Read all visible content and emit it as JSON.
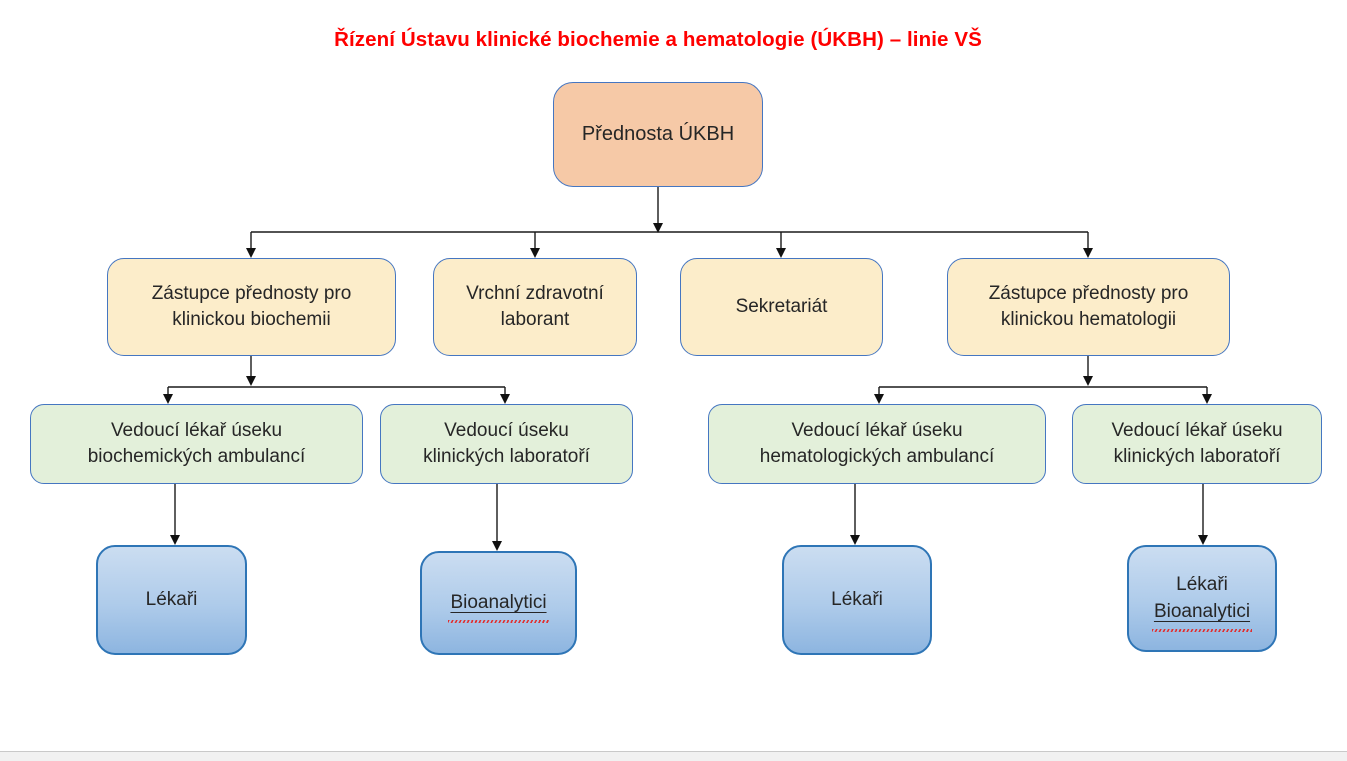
{
  "slide": {
    "title": "Řízení Ústavu klinické biochemie a hematologie (ÚKBH) – linie VŠ",
    "title_color": "#FF0000"
  },
  "colors": {
    "root_fill": "#F6C9A7",
    "level2_fill": "#FCEDCA",
    "level3_fill": "#E3F0DA",
    "level4_fill_top": "#CBDDF1",
    "level4_fill_bottom": "#8DB5E0",
    "node_border": "#4576C1",
    "level4_border": "#2E75B6",
    "connector": "#1A1A1A",
    "spellcheck_wave": "#E03030"
  },
  "org": {
    "root": {
      "label": "Přednosta ÚKBH"
    },
    "level2": [
      {
        "label": "Zástupce přednosty pro klinickou biochemii"
      },
      {
        "label": "Vrchní zdravotní laborant"
      },
      {
        "label": "Sekretariát"
      },
      {
        "label": "Zástupce přednosty pro klinickou hematologii"
      }
    ],
    "level3": [
      {
        "label": "Vedoucí lékař úseku biochemických ambulancí"
      },
      {
        "label": "Vedoucí úseku klinických laboratoří"
      },
      {
        "label": "Vedoucí lékař úseku hematologických ambulancí"
      },
      {
        "label": "Vedoucí lékař úseku klinických laboratoří"
      }
    ],
    "level4": [
      {
        "label": "Lékaři"
      },
      {
        "label": "Bioanalytici"
      },
      {
        "label": "Lékaři"
      },
      {
        "line1": "Lékaři",
        "line2": "Bioanalytici"
      }
    ]
  }
}
